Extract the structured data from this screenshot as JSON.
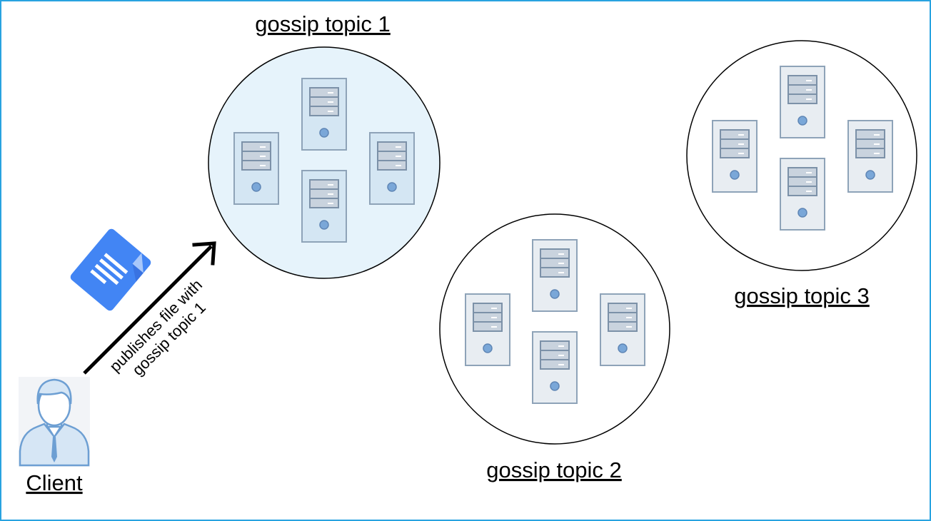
{
  "colors": {
    "frame_border": "#29a3e0",
    "topic_fill_highlight": "#e6f3fb",
    "server_body": "#e8edf2",
    "server_body_highlight": "#d4e6f3",
    "server_stroke": "#8ea3b8",
    "server_light": "#7aa7d8",
    "document_blue": "#4285f4",
    "client_outline": "#6d9fd3"
  },
  "topics": [
    {
      "id": "topic-1",
      "label": "gossip topic 1",
      "highlighted": true,
      "server_count": 4
    },
    {
      "id": "topic-2",
      "label": "gossip topic 2",
      "highlighted": false,
      "server_count": 4
    },
    {
      "id": "topic-3",
      "label": "gossip topic 3",
      "highlighted": false,
      "server_count": 4
    }
  ],
  "client": {
    "label": "Client",
    "icon": "user-icon"
  },
  "document": {
    "icon": "document-icon"
  },
  "publish_edge": {
    "label_line1": "publishes file with",
    "label_line2": "gossip topic 1"
  }
}
